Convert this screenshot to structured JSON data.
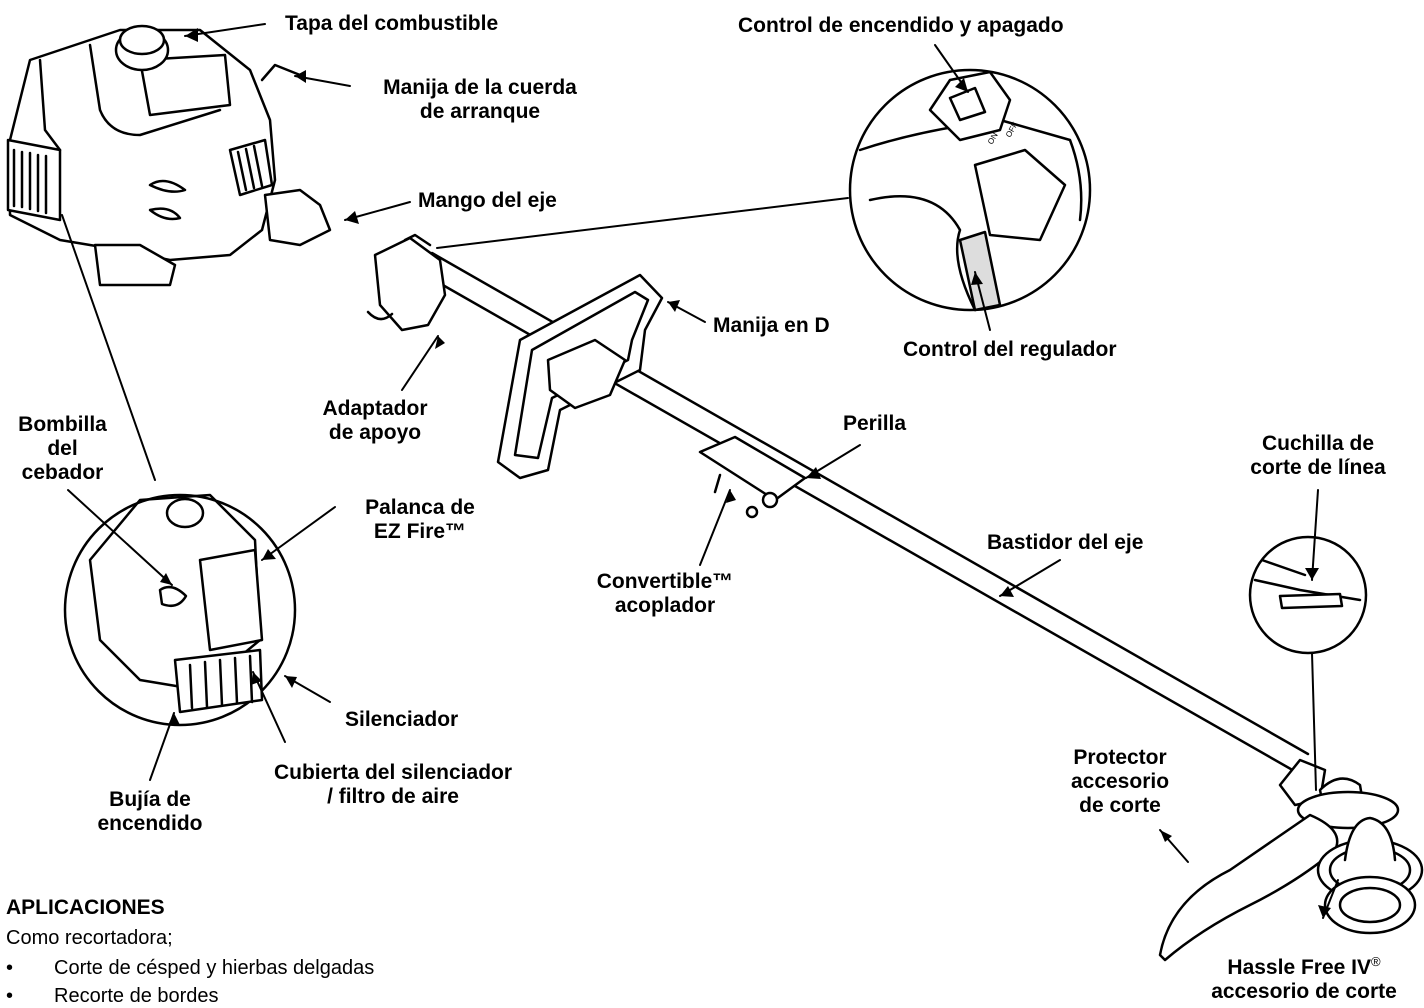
{
  "labels": {
    "fuel_cap": "Tapa del combustible",
    "starter_handle": "Manija de la cuerda\nde arranque",
    "shaft_handle": "Mango del eje",
    "on_off": "Control de encendido y apagado",
    "throttle": "Control del regulador",
    "d_handle": "Manija en D",
    "support_adapter": "Adaptador\nde apoyo",
    "knob": "Perilla",
    "primer_bulb": "Bombilla\ndel\ncebador",
    "ez_fire": "Palanca de\nEZ Fire™",
    "line_cutter": "Cuchilla de\ncorte de línea",
    "coupler": "Convertible™\nacoplador",
    "shaft_frame": "Bastidor del eje",
    "muffler": "Silenciador",
    "muffler_cover": "Cubierta del silenciador\n/ filtro de aire",
    "spark_plug": "Bujía de\nencendido",
    "guard": "Protector\naccesorio\nde corte",
    "hassle_free_a": "Hassle Free IV",
    "hassle_free_reg": "®",
    "hassle_free_b": "accesorio de corte",
    "on_tiny": "ON",
    "off_tiny": "OFF"
  },
  "applications": {
    "heading": "APLICACIONES",
    "intro": "Como recortadora;",
    "bullets": [
      "Corte de césped y hierbas delgadas",
      "Recorte de bordes"
    ]
  }
}
